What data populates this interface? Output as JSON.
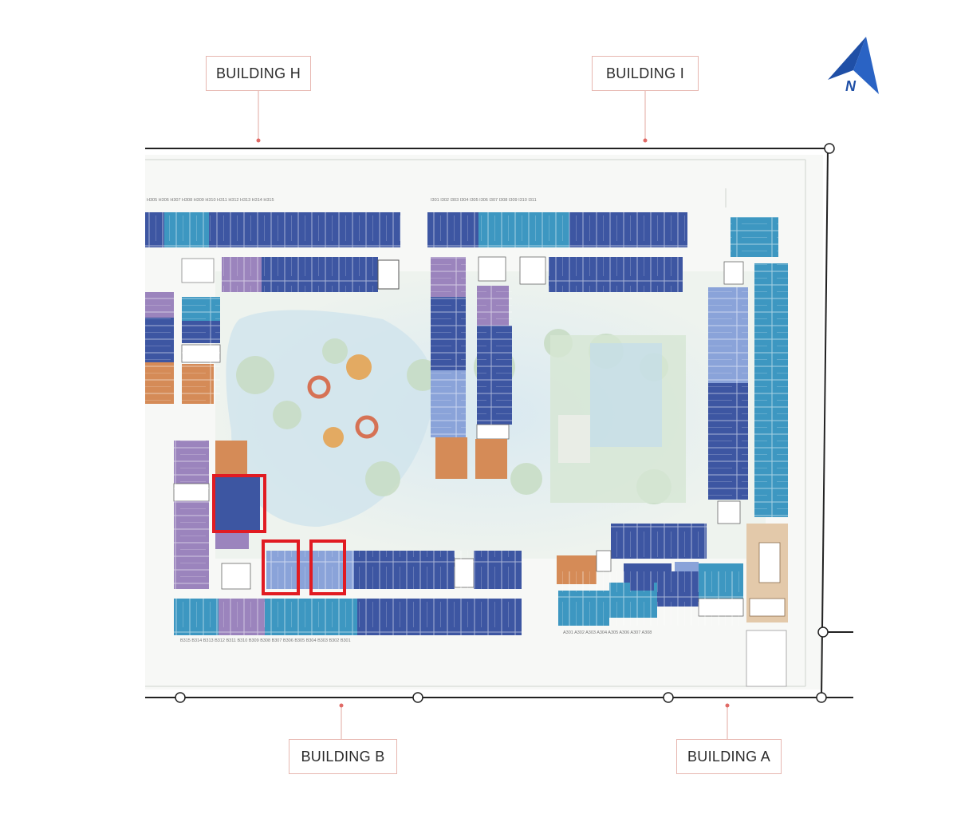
{
  "buildings": {
    "h": "BUILDING H",
    "i": "BUILDING I",
    "b": "BUILDING B",
    "a": "BUILDING A"
  },
  "compass": {
    "letter": "N",
    "color": "#1f4fa6"
  },
  "colors": {
    "dark_blue": "#3d56a2",
    "mid_blue": "#8aa3d9",
    "teal": "#3d97c1",
    "purple": "#9b84bd",
    "orange": "#d58b57",
    "beige": "#e3c9aa",
    "highlight": "#e11b22"
  }
}
